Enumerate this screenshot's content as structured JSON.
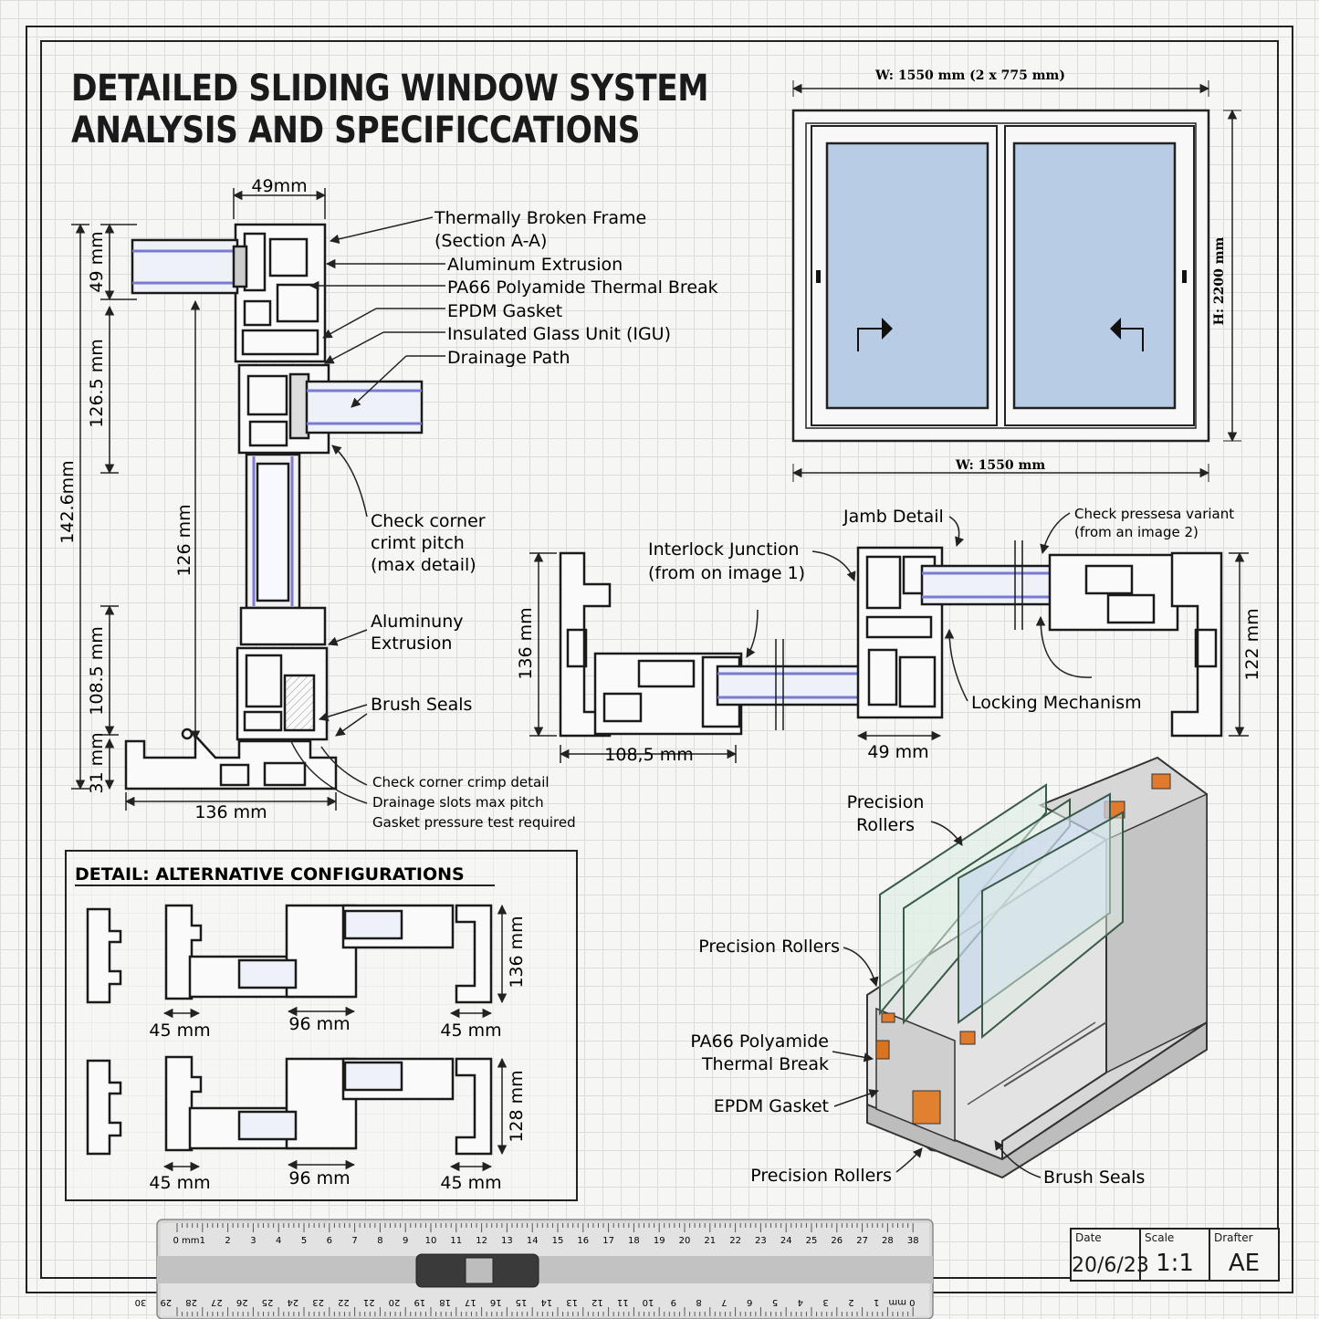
{
  "title": {
    "line1": "DETAILED SLIDING WINDOW SYSTEM",
    "line2": "ANALYSIS AND SPECIFICCATIONS"
  },
  "elevation": {
    "top_width": "W: 1550 mm (2 x 775 mm)",
    "bottom_width": "W: 1550 mm",
    "height": "H: 2200 mm"
  },
  "section": {
    "dim_top": "49mm",
    "dim_49": "49 mm",
    "dim_1265": "126.5 mm",
    "dim_1426": "142.6mm",
    "dim_126": "126 mm",
    "dim_1085": "108.5 mm",
    "dim_31": "31 mm",
    "dim_bottom": "136 mm",
    "labels": [
      "Thermally Broken Frame",
      "(Section A-A)",
      "Aluminum Extrusion",
      "PA66 Polyamide Thermal Break",
      "EPDM Gasket",
      "Insulated Glass Unit (IGU)",
      "Drainage Path"
    ],
    "check1": [
      "Check corner",
      "crimt pitch",
      "(max detail)"
    ],
    "alum2": [
      "Aluminuny",
      "Extrusion"
    ],
    "brush": "Brush Seals",
    "notes": [
      "Check corner crimp detail",
      "Drainage slots max pitch",
      "Gasket pressure test required"
    ]
  },
  "plan": {
    "jamb": "Jamb Detail",
    "check": [
      "Check pressesa variant",
      "(from an image 2)"
    ],
    "interlock": [
      "Interlock Junction",
      "(from on image 1)"
    ],
    "locking": "Locking Mechanism",
    "dim_136": "136 mm",
    "dim_1085": "108,5 mm",
    "dim_49": "49 mm",
    "dim_122": "122 mm"
  },
  "iso": {
    "rollers_top": [
      "Precision",
      "Rollers"
    ],
    "rollers_mid": "Precision Rollers",
    "pa66": [
      "PA66 Polyamide",
      "Thermal Break"
    ],
    "epdm": "EPDM Gasket",
    "rollers_bottom": "Precision Rollers",
    "brush": "Brush Seals"
  },
  "alt": {
    "heading": "DETAIL: ALTERNATIVE CONFIGURATIONS",
    "row1": {
      "left": "45 mm",
      "mid": "96 mm",
      "right": "45 mm",
      "height": "136 mm"
    },
    "row2": {
      "left": "45 mm",
      "mid": "96 mm",
      "right": "45 mm",
      "height": "128 mm"
    }
  },
  "ruler": {
    "top_ticks": [
      "0 mm",
      "1",
      "2",
      "3",
      "4",
      "5",
      "6",
      "7",
      "8",
      "9",
      "10",
      "11",
      "12",
      "13",
      "14",
      "15",
      "16",
      "17",
      "18",
      "19",
      "20",
      "21",
      "22",
      "23",
      "24",
      "25",
      "26",
      "27",
      "28",
      "38"
    ],
    "bottom_ticks": [
      "0 mm",
      "1",
      "2",
      "3",
      "4",
      "5",
      "6",
      "7",
      "8",
      "9",
      "10",
      "11",
      "12",
      "13",
      "14",
      "15",
      "16",
      "17",
      "18",
      "19",
      "20",
      "21",
      "22",
      "23",
      "24",
      "25",
      "26",
      "27",
      "28",
      "29",
      "30"
    ]
  },
  "titleblock": {
    "date_label": "Date",
    "date": "20/6/23",
    "scale_label": "Scale",
    "scale": "1:1",
    "drafter_label": "Drafter",
    "drafter": "AE"
  }
}
